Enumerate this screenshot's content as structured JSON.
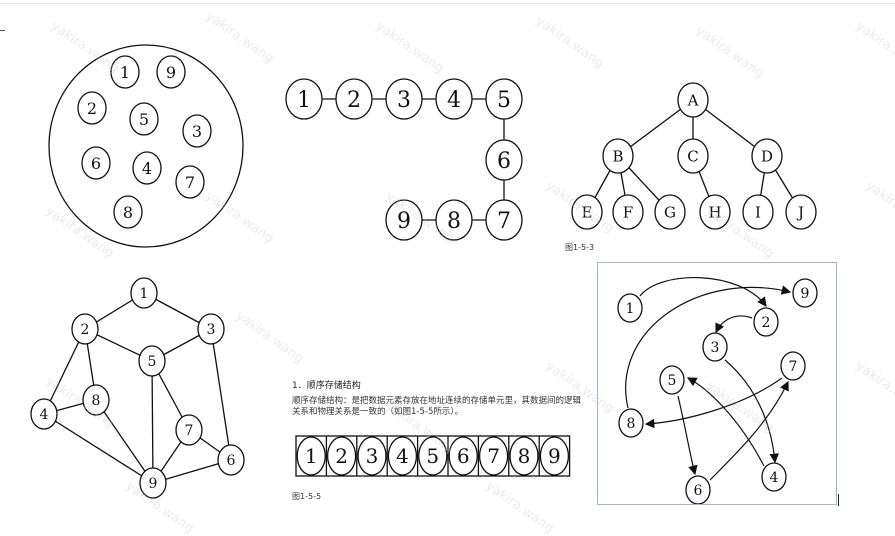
{
  "watermark": "yakira.wang",
  "diagrams": {
    "set": {
      "nodes": [
        "1",
        "9",
        "2",
        "5",
        "3",
        "6",
        "4",
        "7",
        "8"
      ]
    },
    "linear": {
      "nodes": [
        "1",
        "2",
        "3",
        "4",
        "5",
        "6",
        "7",
        "8",
        "9"
      ]
    },
    "tree": {
      "nodes": [
        "A",
        "B",
        "C",
        "D",
        "E",
        "F",
        "G",
        "H",
        "I",
        "J"
      ],
      "edges": [
        [
          "A",
          "B"
        ],
        [
          "A",
          "C"
        ],
        [
          "A",
          "D"
        ],
        [
          "B",
          "E"
        ],
        [
          "B",
          "F"
        ],
        [
          "B",
          "G"
        ],
        [
          "C",
          "H"
        ],
        [
          "D",
          "I"
        ],
        [
          "D",
          "J"
        ]
      ],
      "caption": "图1-5-3"
    },
    "graph": {
      "nodes": [
        "1",
        "2",
        "3",
        "4",
        "5",
        "6",
        "7",
        "8",
        "9"
      ],
      "edges": [
        [
          "1",
          "2"
        ],
        [
          "1",
          "3"
        ],
        [
          "2",
          "5"
        ],
        [
          "3",
          "5"
        ],
        [
          "2",
          "4"
        ],
        [
          "2",
          "8"
        ],
        [
          "4",
          "8"
        ],
        [
          "4",
          "9"
        ],
        [
          "8",
          "9"
        ],
        [
          "5",
          "9"
        ],
        [
          "5",
          "7"
        ],
        [
          "7",
          "9"
        ],
        [
          "7",
          "6"
        ],
        [
          "3",
          "6"
        ],
        [
          "9",
          "6"
        ]
      ]
    },
    "sequential": {
      "title": "1．顺序存储结构",
      "description": "顺序存储结构：是把数据元素存放在地址连续的存储单元里，其数据间的逻辑关系和物理关系是一致的（如图1-5-5所示）。",
      "cells": [
        "1",
        "2",
        "3",
        "4",
        "5",
        "6",
        "7",
        "8",
        "9"
      ],
      "caption": "图1-5-5"
    },
    "linked": {
      "nodes": [
        "1",
        "9",
        "2",
        "3",
        "7",
        "5",
        "8",
        "6",
        "4"
      ],
      "arrows": [
        [
          "1",
          "2"
        ],
        [
          "2",
          "3"
        ],
        [
          "3",
          "4"
        ],
        [
          "4",
          "5"
        ],
        [
          "5",
          "6"
        ],
        [
          "6",
          "7"
        ],
        [
          "7",
          "8"
        ],
        [
          "8",
          "9"
        ]
      ]
    }
  }
}
